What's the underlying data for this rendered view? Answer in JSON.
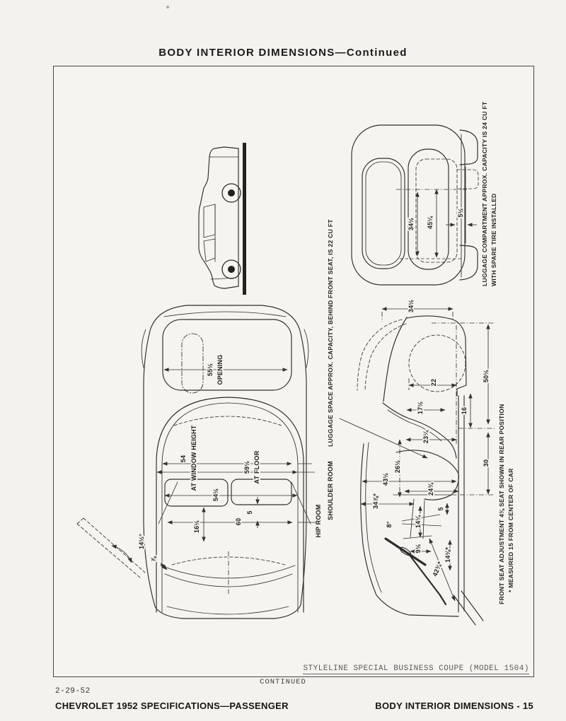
{
  "page": {
    "header_title": "BODY INTERIOR DIMENSIONS—Continued",
    "caption": "STYLELINE SPECIAL BUSINESS COUPE (MODEL 1504)",
    "continued_label": "CONTINUED",
    "date_code": "2-29-52",
    "footer_left": "CHEVROLET 1952 SPECIFICATIONS—PASSENGER",
    "footer_right": "BODY INTERIOR DIMENSIONS - 15",
    "ink_color": "#2e2d2b",
    "paper_color": "#f4f2ee"
  },
  "rear_view": {
    "trunk_width": "34½",
    "trunk_width_inner": "45¼",
    "spare_offset": "5½",
    "note_line1": "LUGGAGE COMPARTMENT APPROX. CAPACITY IS 24 CU FT",
    "note_line2": "WITH SPARE TIRE INSTALLED"
  },
  "plan_view": {
    "opening_width": "55½",
    "opening_label": "OPENING",
    "width_at_window": "54",
    "window_label": "AT WINDOW HEIGHT",
    "width_at_floor": "59½",
    "floor_label": "AT FLOOR",
    "seat_width": "54½",
    "seat_gap": "5",
    "hip_room": "60",
    "hip_label": "HIP ROOM",
    "shoulder_label": "SHOULDER ROOM",
    "seat_depth": "16½",
    "door_open_angle": "14½°",
    "door_edge_dim": "⅞"
  },
  "side_view": {
    "deck_length": "34½",
    "compartment_height": "50½",
    "dim_22": "22",
    "dim_17": "17½",
    "dim_16": "16",
    "dim_23": "23¼",
    "dim_30": "30",
    "dim_26": "26½",
    "leg_room": "43½",
    "dim_24": "24¾",
    "head_room": "34⅞*",
    "seat_angle": "8°",
    "dim_14a": "14¼",
    "dim_5": "5",
    "dim_9": "9½",
    "dim_14b": "14⅛*",
    "dim_42": "42¾*",
    "luggage_note": "LUGGAGE SPACE APPROX. CAPACITY, BEHIND FRONT SEAT, IS 22 CU FT",
    "seat_note": "FRONT SEAT ADJUSTMENT 4⅜ SEAT SHOWN IN REAR POSITION",
    "measured_note": "* MEASURED 15 FROM CENTER OF CAR"
  }
}
